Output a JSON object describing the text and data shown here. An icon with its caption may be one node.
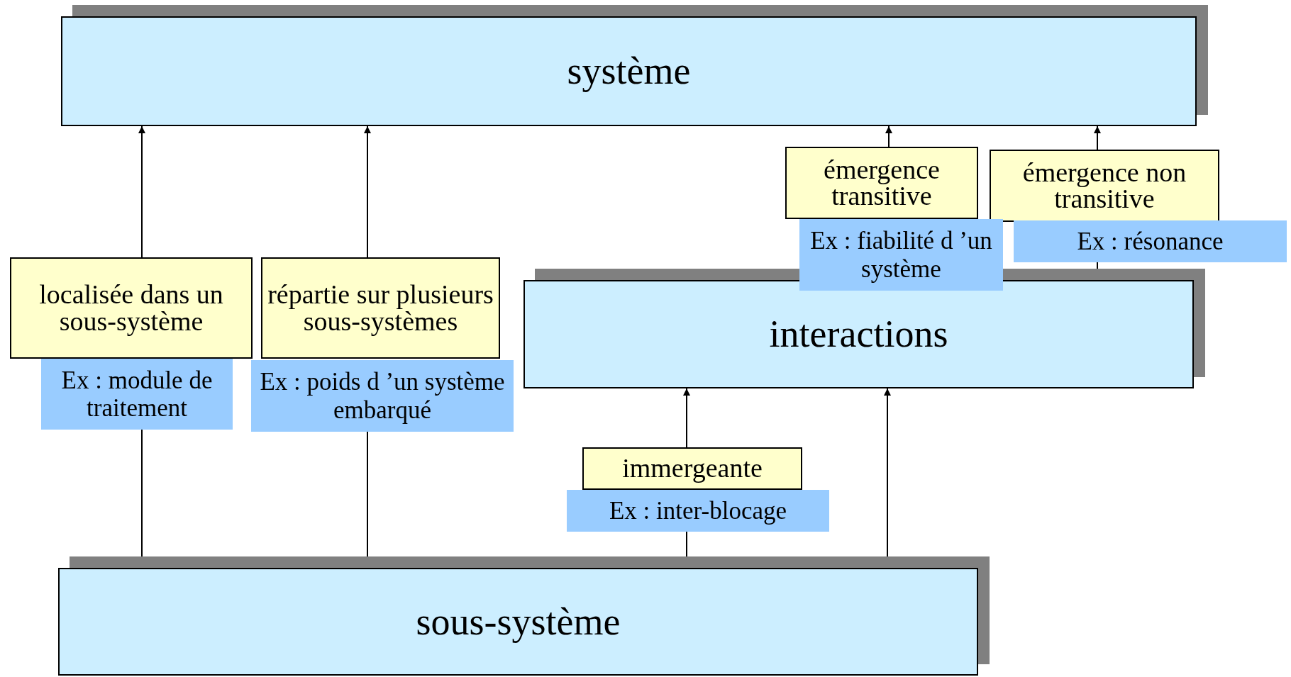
{
  "diagram": {
    "nodes": [
      {
        "text": [
          "système"
        ]
      },
      {
        "text": [
          "émergence transitive"
        ]
      },
      {
        "text": [
          "Ex : fiabilité d ’un système"
        ]
      },
      {
        "text": [
          "émergence non transitive"
        ]
      },
      {
        "text": [
          "Ex : résonance"
        ]
      },
      {
        "text": [
          "localisée dans un sous-système"
        ]
      },
      {
        "text": [
          "répartie sur plusieurs sous-systèmes"
        ]
      },
      {
        "text": [
          "interactions"
        ]
      },
      {
        "text": [
          "Ex : module de traitement"
        ]
      },
      {
        "text": [
          "Ex : poids d ’un système embarqué"
        ]
      },
      {
        "text": [
          "immergeante"
        ]
      },
      {
        "text": [
          "Ex : inter-blocage"
        ]
      },
      {
        "text": [
          "sous-système"
        ]
      }
    ],
    "edges": [
      {
        "from": 12,
        "to": 8,
        "arrow": "none"
      },
      {
        "from": 5,
        "to": 0,
        "arrow": "to"
      },
      {
        "from": 12,
        "to": 9,
        "arrow": "none"
      },
      {
        "from": 6,
        "to": 0,
        "arrow": "to"
      },
      {
        "from": 12,
        "to": 11,
        "arrow": "none"
      },
      {
        "from": 10,
        "to": 7,
        "arrow": "to"
      },
      {
        "from": 12,
        "to": 7,
        "arrow": "to"
      },
      {
        "from": 1,
        "to": 0,
        "arrow": "to"
      },
      {
        "from": 7,
        "to": 4,
        "arrow": "none"
      },
      {
        "from": 3,
        "to": 0,
        "arrow": "to"
      }
    ]
  }
}
